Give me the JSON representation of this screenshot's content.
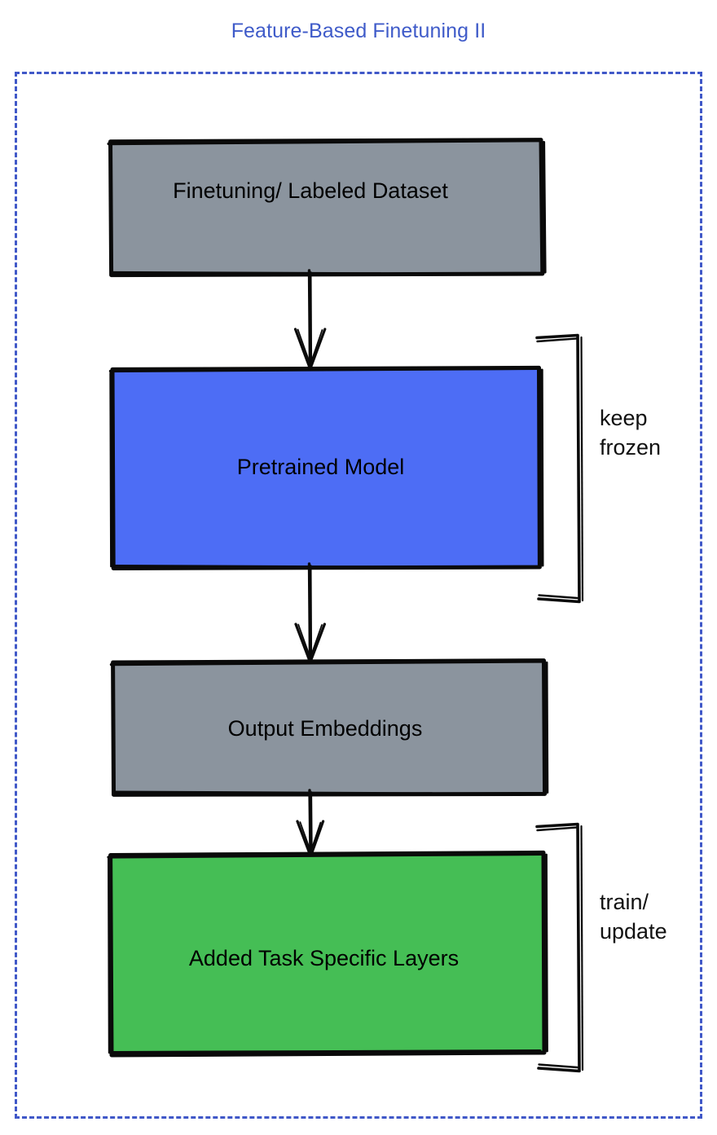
{
  "diagram": {
    "title": "Feature-Based Finetuning II",
    "title_color": "#3f5bc9",
    "frame": {
      "style": "dashed",
      "color": "#4058c8"
    },
    "nodes": [
      {
        "id": "dataset",
        "label": "Finetuning/ Labeled Dataset",
        "fill": "#8b949e",
        "stroke": "#000000"
      },
      {
        "id": "pretrained",
        "label": "Pretrained Model",
        "fill": "#4d6df5",
        "stroke": "#000000"
      },
      {
        "id": "embeddings",
        "label": "Output Embeddings",
        "fill": "#8b949e",
        "stroke": "#000000"
      },
      {
        "id": "tasklayers",
        "label": "Added Task Specific Layers",
        "fill": "#45be55",
        "stroke": "#000000"
      }
    ],
    "edges": [
      {
        "id": "edge-1",
        "from": "dataset",
        "to": "pretrained",
        "arrowhead": "open-v"
      },
      {
        "id": "edge-2",
        "from": "pretrained",
        "to": "embeddings",
        "arrowhead": "open-v"
      },
      {
        "id": "edge-3",
        "from": "embeddings",
        "to": "tasklayers",
        "arrowhead": "open-v"
      }
    ],
    "annotations": [
      {
        "id": "keep-frozen",
        "text": "keep\nfrozen",
        "target": "pretrained",
        "bracket": "right"
      },
      {
        "id": "train-update",
        "text": "train/\nupdate",
        "target": "tasklayers",
        "bracket": "right"
      }
    ]
  }
}
